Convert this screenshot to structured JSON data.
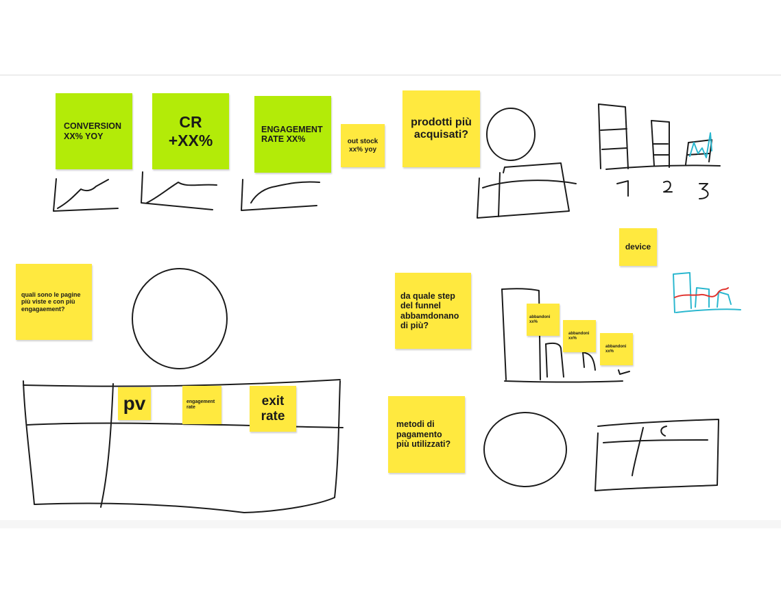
{
  "colors": {
    "green_note": "#b3eb08",
    "yellow_note": "#ffe93f",
    "ink": "#1a1a1a",
    "blue_ink": "#2ab7cf",
    "red_ink": "#e0322d"
  },
  "notes": {
    "conversion": "CONVERSION XX% YOY",
    "cr_line1": "CR",
    "cr_line2": "+XX%",
    "engagement_rate": "ENGAGEMENT RATE XX%",
    "out_stock": "out stock xx% yoy",
    "prodotti": "prodotti più acquisati?",
    "device": "device",
    "pagine": "quali sono le pagine più viste e con più engagaement?",
    "funnel": "da quale step del funnel abbamdonano di più?",
    "abbandoni_1": "abbandoni xx%",
    "abbandoni_2": "abbandoni xx%",
    "abbandoni_3": "abbandoni xx%",
    "pv": "pv",
    "engagement_small": "engagement rate",
    "exit_rate": "exit rate",
    "pagamento": "metodi di pagamento più utilizzati?"
  },
  "sketch_labels": {
    "n1": "1",
    "n2": "2",
    "n3": "3"
  }
}
